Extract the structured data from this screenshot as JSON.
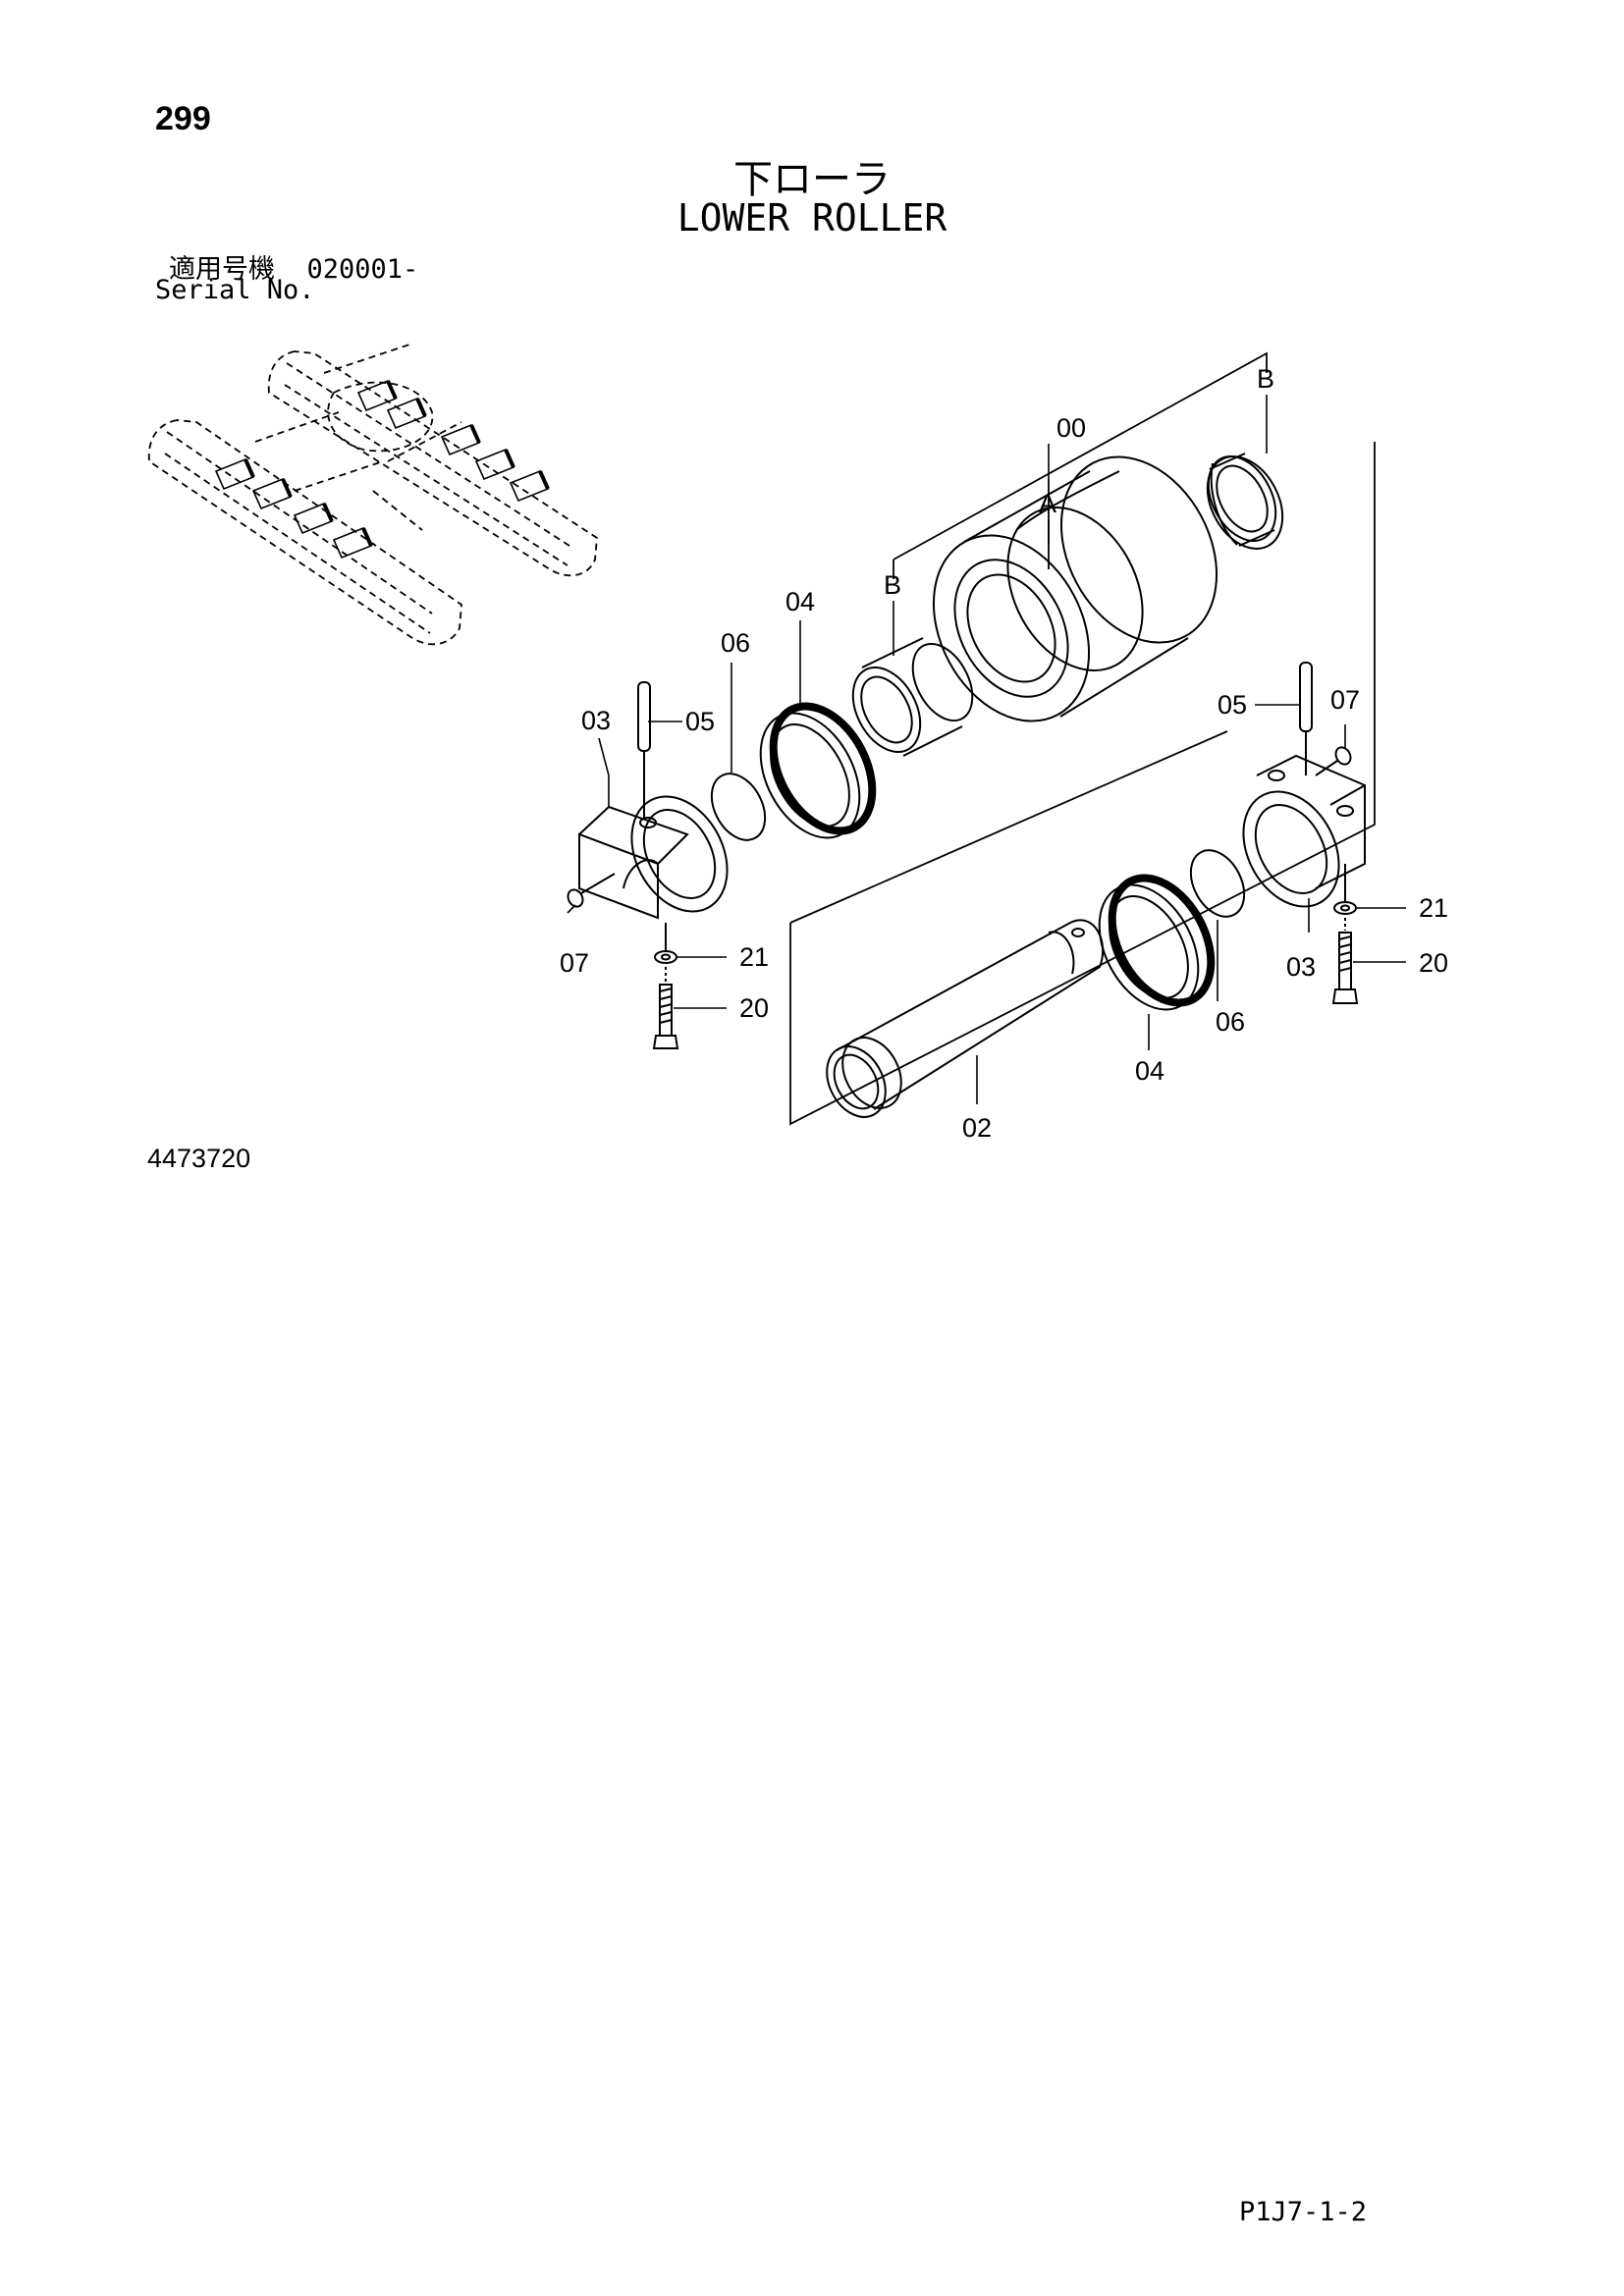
{
  "page_number": "299",
  "title_jp": "下ローラ",
  "title_en": "LOWER ROLLER",
  "serial_label_jp": "適用号機",
  "serial_value": "020001-",
  "serial_label_en": "Serial No.",
  "figure_number": "4473720",
  "page_code": "P1J7-1-2",
  "callouts": {
    "c00": "00",
    "cA": "A",
    "cB_top": "B",
    "cB_left": "B",
    "c04_top": "04",
    "c06_top": "06",
    "c03_left": "03",
    "c05_left": "05",
    "c07_left": "07",
    "c21_left": "21",
    "c20_left": "20",
    "c05_right": "05",
    "c07_right": "07",
    "c21_right": "21",
    "c20_right": "20",
    "c03_right": "03",
    "c06_bottom": "06",
    "c04_bottom": "04",
    "c02": "02"
  }
}
